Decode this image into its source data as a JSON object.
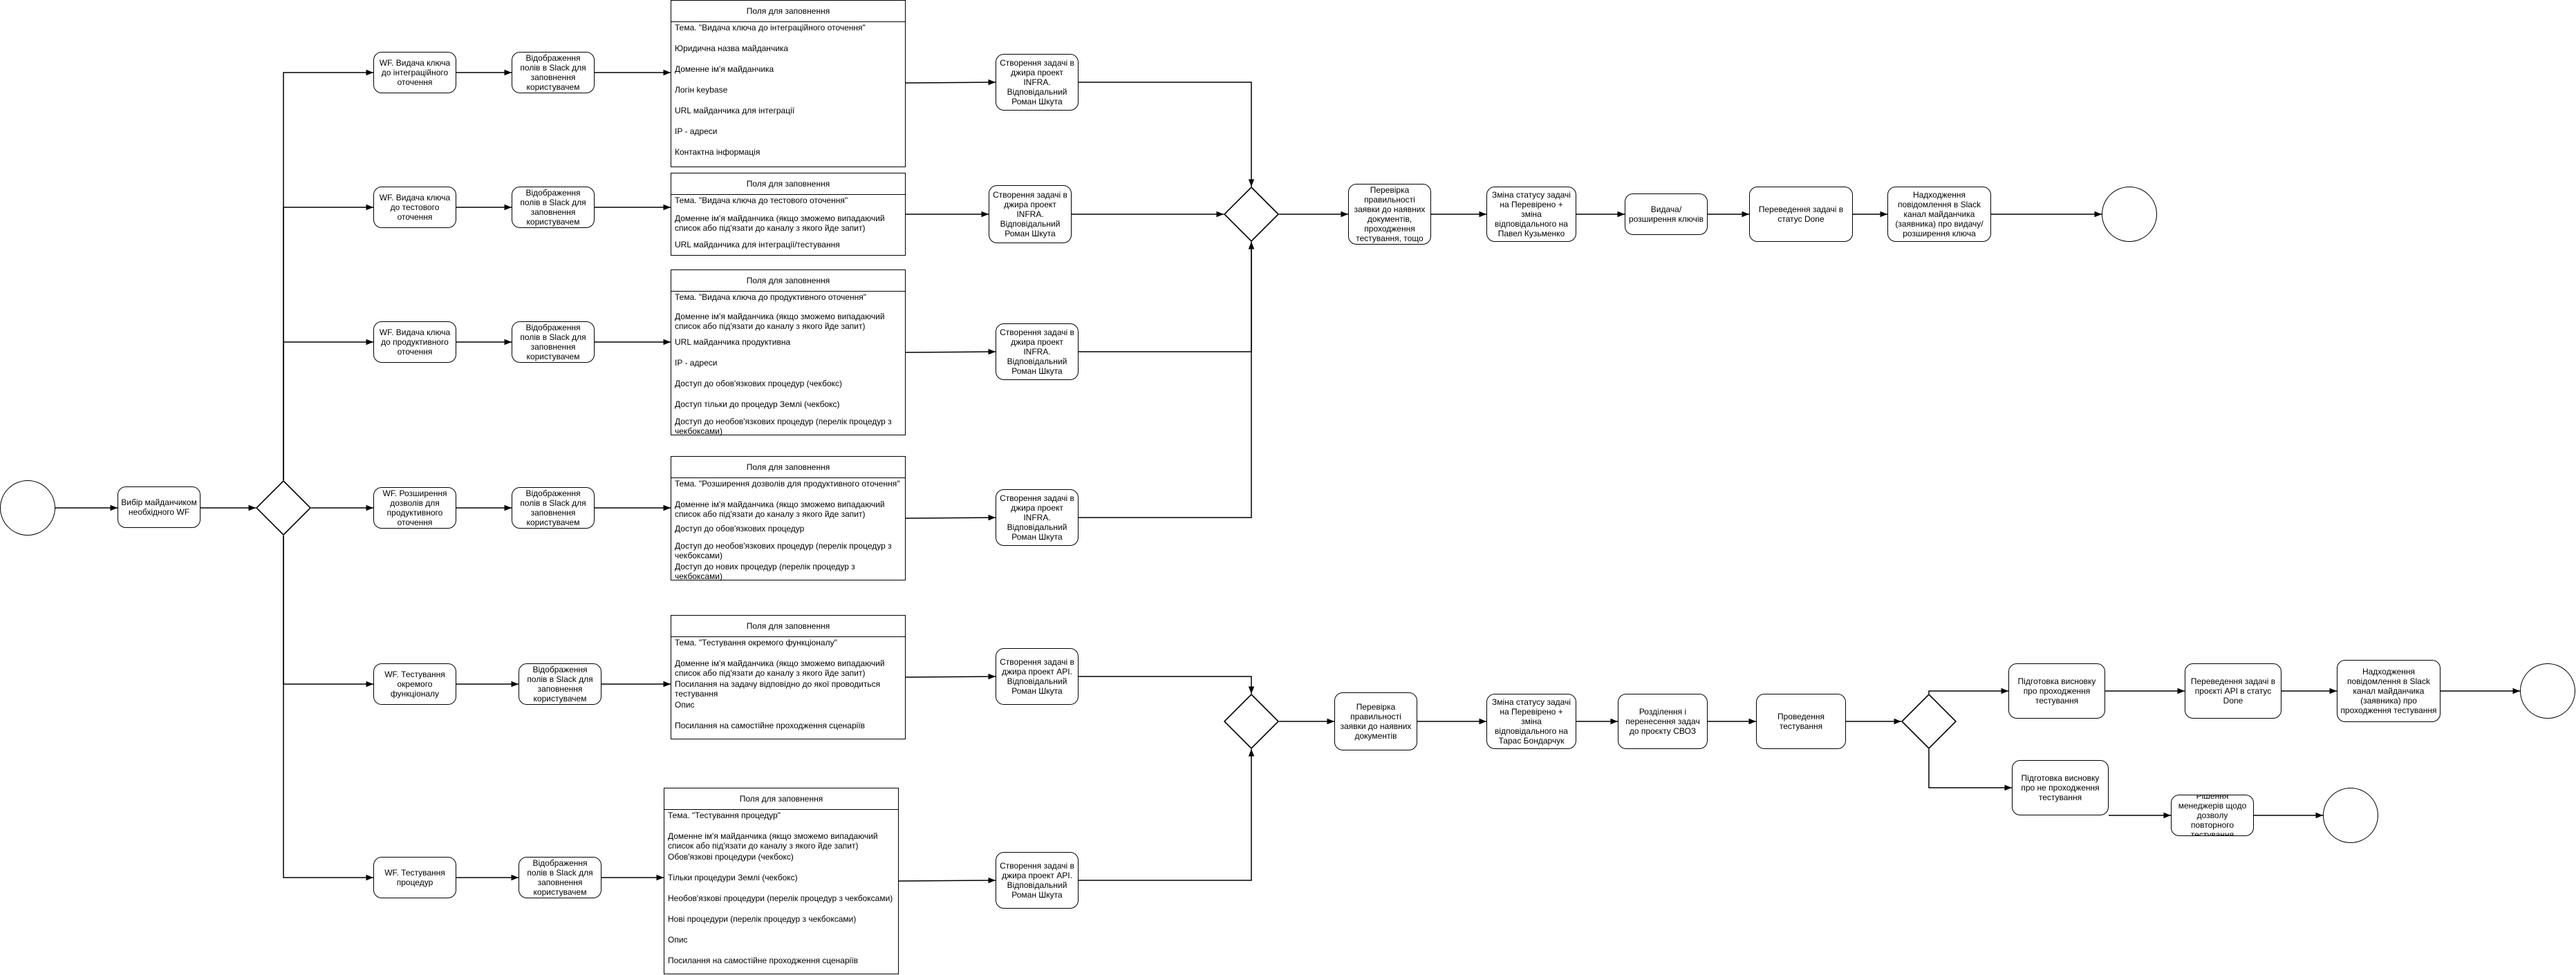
{
  "wf_select": "Вибір майданчиком необхідного WF",
  "workflows": [
    {
      "wf": "WF. Видача ключа до інтеграційного оточення",
      "slack": "Відображення полів в Slack для заповнення користувачем",
      "jira": "Створення задачі в джира проект INFRA. Відповідальний Роман Шкута"
    },
    {
      "wf": "WF. Видача ключа до тестового оточення",
      "slack": "Відображення полів в Slack для заповнення користувачем",
      "jira": "Створення задачі в джира проект INFRA. Відповідальний Роман Шкута"
    },
    {
      "wf": "WF. Видача ключа до продуктивного оточення",
      "slack": "Відображення полів в Slack для заповнення користувачем",
      "jira": "Створення задачі в джира проект INFRA. Відповідальний Роман Шкута"
    },
    {
      "wf": "WF. Розширення дозволів для продуктивного оточення",
      "slack": "Відображення полів в Slack для заповнення користувачем",
      "jira": "Створення задачі в джира проект INFRA. Відповідальний Роман Шкута"
    },
    {
      "wf": "WF. Тестування окремого функціоналу",
      "slack": "Відображення полів в Slack для заповнення користувачем",
      "jira": "Створення задачі в джира проект API. Відповідальний Роман Шкута"
    },
    {
      "wf": "WF. Тестування процедур",
      "slack": "Відображення полів в Slack для заповнення користувачем",
      "jira": "Створення задачі в джира проект API. Відповідальний Роман Шкута"
    }
  ],
  "forms": [
    {
      "title": "Поля для заповнення",
      "rows": [
        "Тема. \"Видача ключа до інтеграційного оточення\"",
        "Юридична назва майданчика",
        "Доменне ім'я майданчика",
        "Логін keybase",
        "URL майданчика для інтеграції",
        "IP - адреси",
        "Контактна інформація"
      ]
    },
    {
      "title": "Поля для заповнення",
      "rows": [
        "Тема. \"Видача ключа до тестового оточення\"",
        "Доменне ім'я майданчика (якщо зможемо випадаючий список або під'язати до каналу з якого йде запит)",
        "URL майданчика для інтеграції/тестування"
      ]
    },
    {
      "title": "Поля для заповнення",
      "rows": [
        "Тема. \"Видача ключа до продуктивного оточення\"",
        "Доменне ім'я майданчика (якщо зможемо випадаючий список або під'язати до каналу з якого йде запит)",
        "URL майданчика продуктивна",
        "IP - адреси",
        "Доступ до обов'язкових процедур (чекбокс)",
        "Доступ тільки до процедур Землі (чекбокс)",
        "Доступ до необов'язкових процедур (перелік процедур з чекбоксами)"
      ]
    },
    {
      "title": "Поля для заповнення",
      "rows": [
        "Тема. \"Розширення дозволів для продуктивного оточення\"",
        "Доменне ім'я майданчика (якщо зможемо випадаючий список або під'язати до каналу з якого йде запит)",
        "Доступ до обов'язкових процедур",
        "Доступ до необов'язкових процедур (перелік процедур з чекбоксами)",
        "Доступ до нових процедур (перелік процедур з чекбоксами)"
      ]
    },
    {
      "title": "Поля для заповнення",
      "rows": [
        "Тема. \"Тестування окремого функціоналу\"",
        "Доменне ім'я майданчика (якщо зможемо випадаючий список або під'язати до каналу з якого йде запит)",
        "Посилання на задачу відповідно до якої проводиться тестування",
        "Опис",
        "Посилання на самостійне проходження сценаріїв"
      ]
    },
    {
      "title": "Поля для заповнення",
      "rows": [
        "Тема. \"Тестування процедур\"",
        "Доменне ім'я майданчика (якщо зможемо випадаючий список або під'язати до каналу з якого йде запит)",
        "Обов'язкові процедури (чекбокс)",
        "Тільки процедури Землі (чекбокс)",
        "Необов'язкові процедури (перелік процедур з чекбоксами)",
        "Нові процедури (перелік процедур з чекбоксами)",
        "Опис",
        "Посилання на самостійне проходження сценаріїв"
      ]
    }
  ],
  "key_flow": {
    "check": "Перевірка правильності заявки до наявних документів, проходження тестування, тощо",
    "status": "Зміна статусу задачі на Перевірено + зміна відповідального на Павел Кузьменко",
    "issue": "Видача/розширення ключів",
    "done": "Переведення задачі в статус Done",
    "notify": "Надходження повідомлення в Slack канал майданчика (заявника) про видачу/розширення ключа"
  },
  "test_flow": {
    "check": "Перевірка правильності заявки до наявних документів",
    "status": "Зміна статусу задачі на Перевірено + зміна відповідального на Тарас Бондарчук",
    "split": "Розділення і перенесення задач до проєкту СВОЗ",
    "testing": "Проведення тестування",
    "pass_prep": "Підготовка висновку про проходження тестування",
    "pass_move": "Переведення задачі в проєкті API в статус Done",
    "pass_notify": "Надходження повідомлення в Slack канал майданчика (заявника) про проходження тестування",
    "fail_prep": "Підготовка висновку про не проходження тестування",
    "fail_decision": "Рішення менеджерів щодо дозволу повторного тестування"
  }
}
